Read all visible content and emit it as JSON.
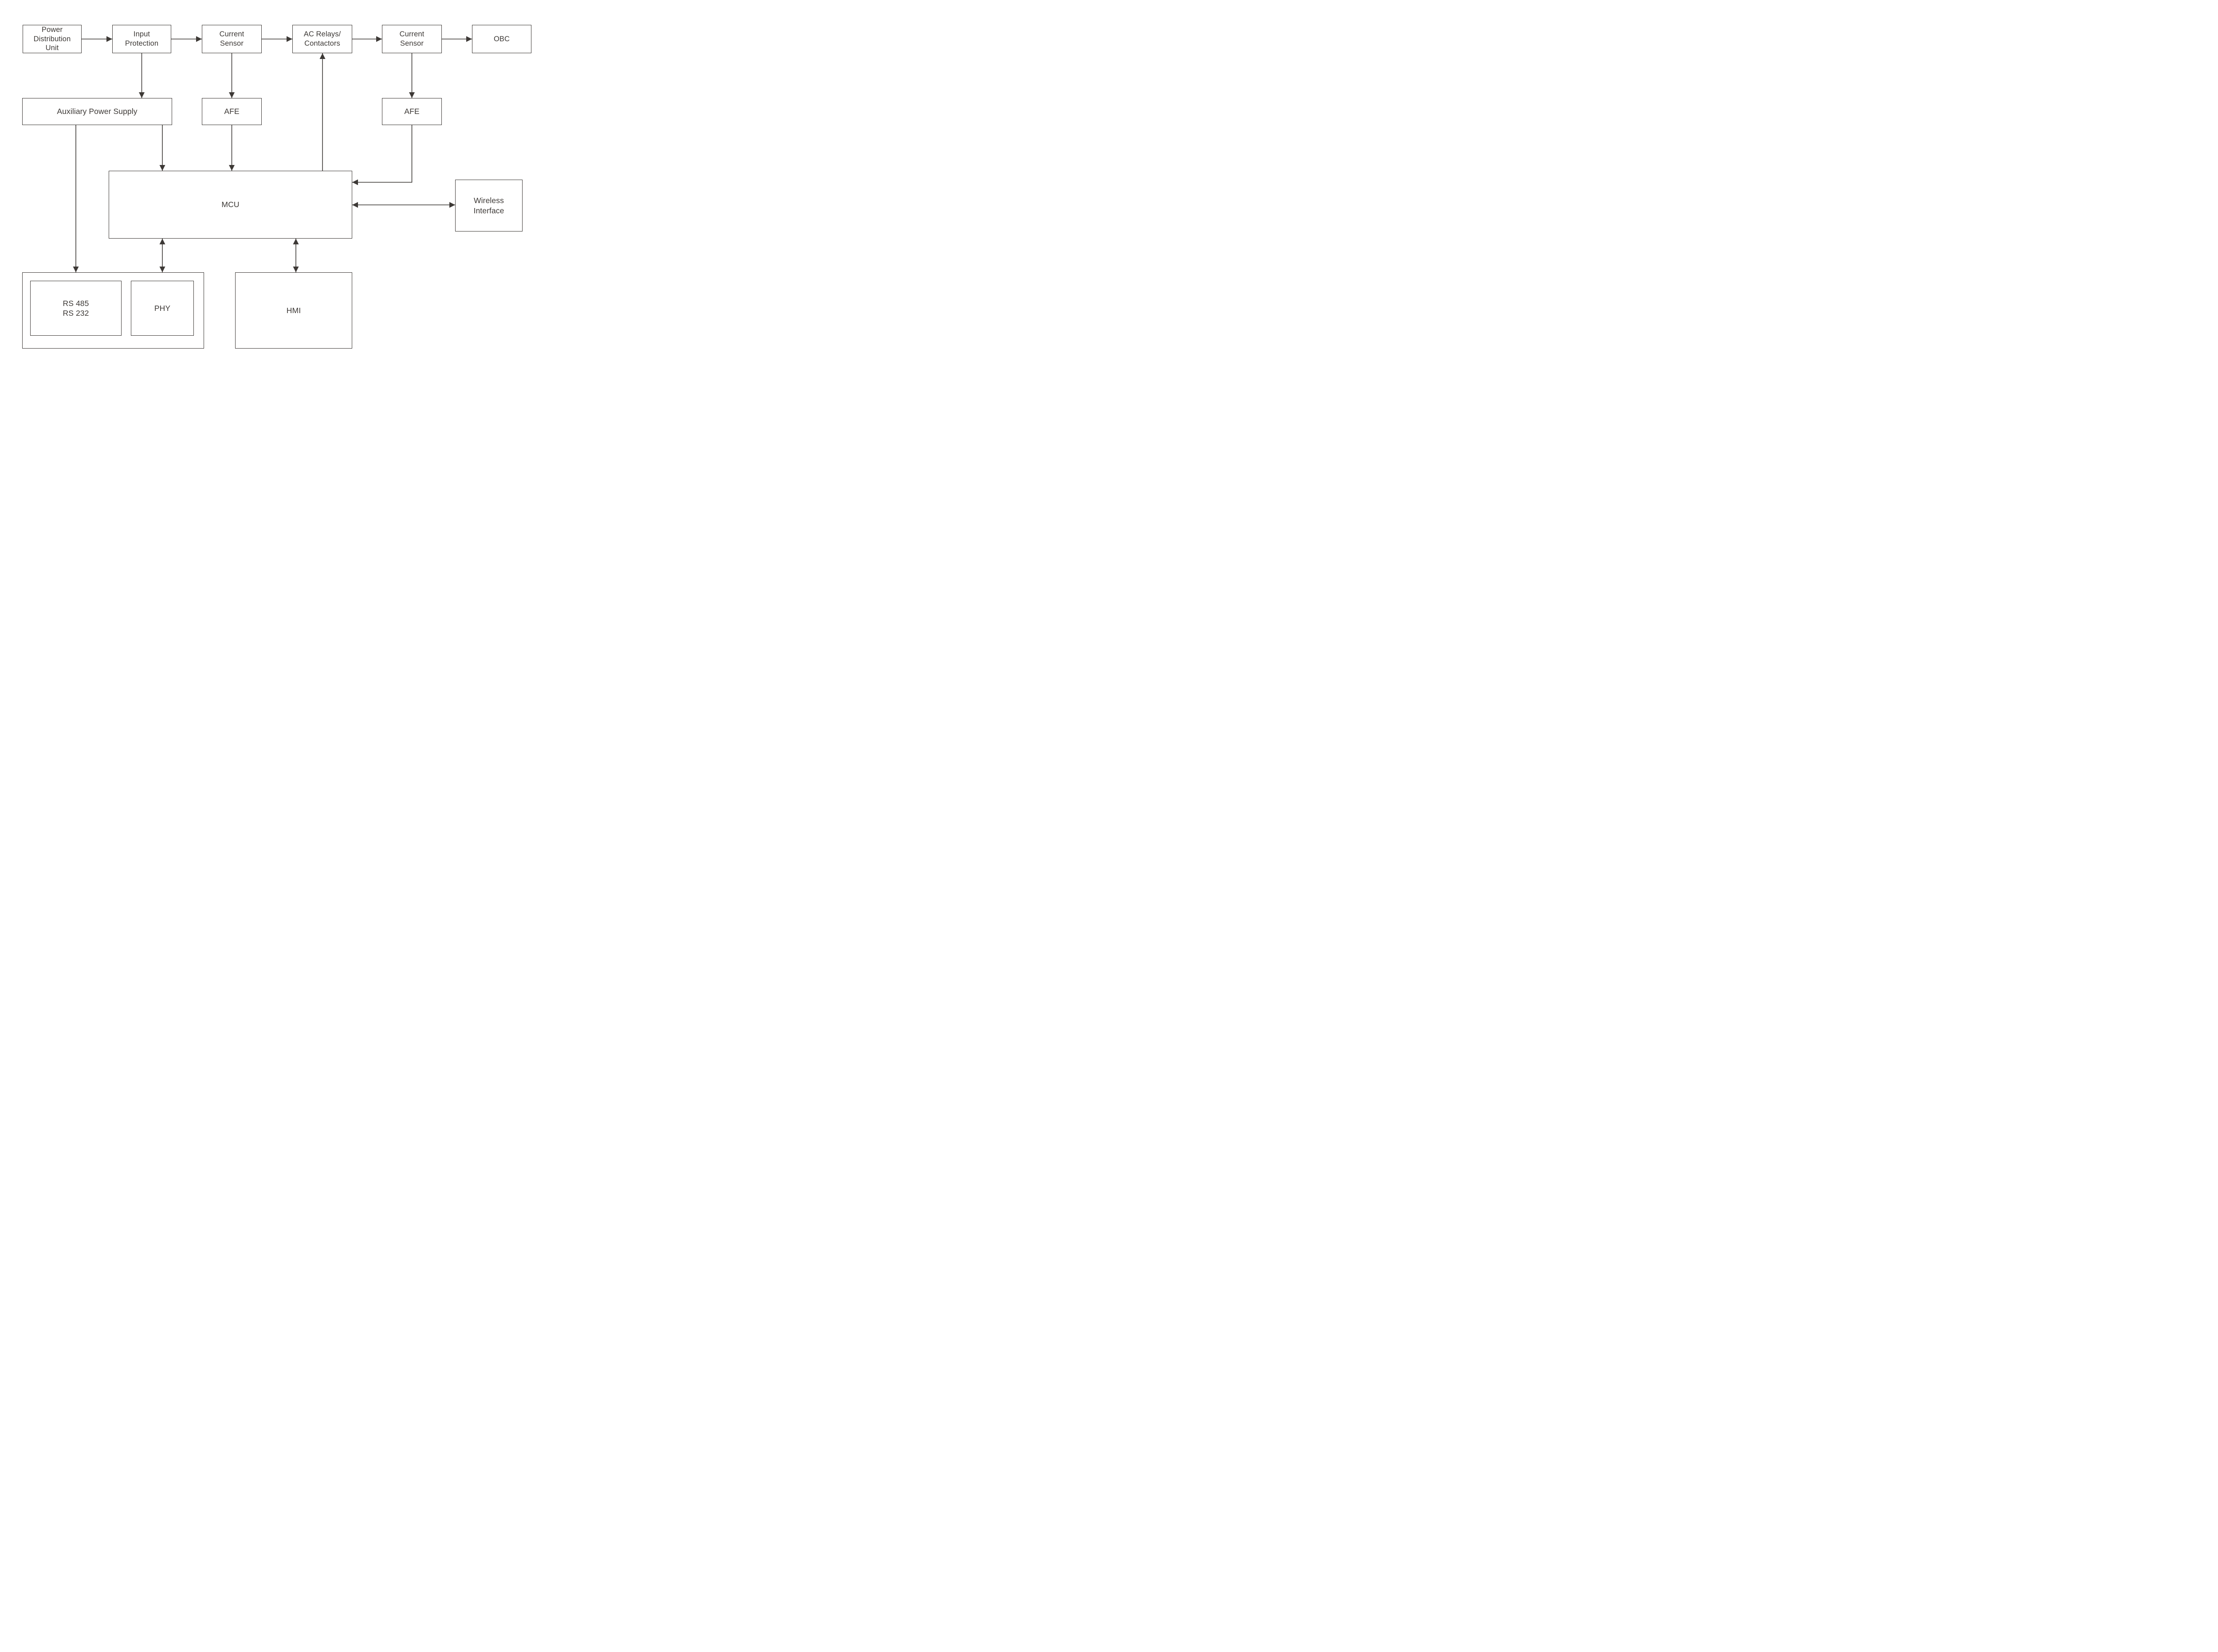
{
  "diagram": {
    "type": "block_diagram",
    "colors": {
      "stroke": "#3d3936",
      "text": "#3d3936",
      "node_fill": "#ffffff",
      "background": "#ffffff"
    },
    "nodes": {
      "pdu": {
        "label": "Power\nDistribution\nUnit"
      },
      "input_protection": {
        "label": "Input\nProtection"
      },
      "current_sensor_1": {
        "label": "Current\nSensor"
      },
      "ac_relays": {
        "label": "AC Relays/\nContactors"
      },
      "current_sensor_2": {
        "label": "Current\nSensor"
      },
      "obc": {
        "label": "OBC"
      },
      "aux_power": {
        "label": "Auxiliary Power Supply"
      },
      "afe_1": {
        "label": "AFE"
      },
      "afe_2": {
        "label": "AFE"
      },
      "mcu": {
        "label": "MCU"
      },
      "wireless": {
        "label": "Wireless\nInterface"
      },
      "io_block": {
        "label": ""
      },
      "serial": {
        "label": "RS 485\nRS 232"
      },
      "phy": {
        "label": "PHY"
      },
      "hmi": {
        "label": "HMI"
      }
    },
    "connections": [
      {
        "from": "pdu",
        "to": "input_protection",
        "type": "arrow"
      },
      {
        "from": "input_protection",
        "to": "current_sensor_1",
        "type": "arrow"
      },
      {
        "from": "current_sensor_1",
        "to": "ac_relays",
        "type": "arrow"
      },
      {
        "from": "ac_relays",
        "to": "current_sensor_2",
        "type": "arrow"
      },
      {
        "from": "current_sensor_2",
        "to": "obc",
        "type": "arrow"
      },
      {
        "from": "input_protection",
        "to": "aux_power",
        "type": "arrow"
      },
      {
        "from": "current_sensor_1",
        "to": "afe_1",
        "type": "arrow"
      },
      {
        "from": "current_sensor_2",
        "to": "afe_2",
        "type": "arrow"
      },
      {
        "from": "aux_power",
        "to": "io_block",
        "type": "arrow"
      },
      {
        "from": "aux_power",
        "to": "mcu",
        "type": "arrow"
      },
      {
        "from": "afe_1",
        "to": "mcu",
        "type": "arrow"
      },
      {
        "from": "afe_2",
        "to": "mcu",
        "type": "arrow"
      },
      {
        "from": "mcu",
        "to": "ac_relays",
        "type": "arrow"
      },
      {
        "from": "mcu",
        "to": "wireless",
        "type": "bidirectional"
      },
      {
        "from": "mcu",
        "to": "io_block",
        "type": "bidirectional"
      },
      {
        "from": "mcu",
        "to": "hmi",
        "type": "bidirectional"
      }
    ]
  }
}
